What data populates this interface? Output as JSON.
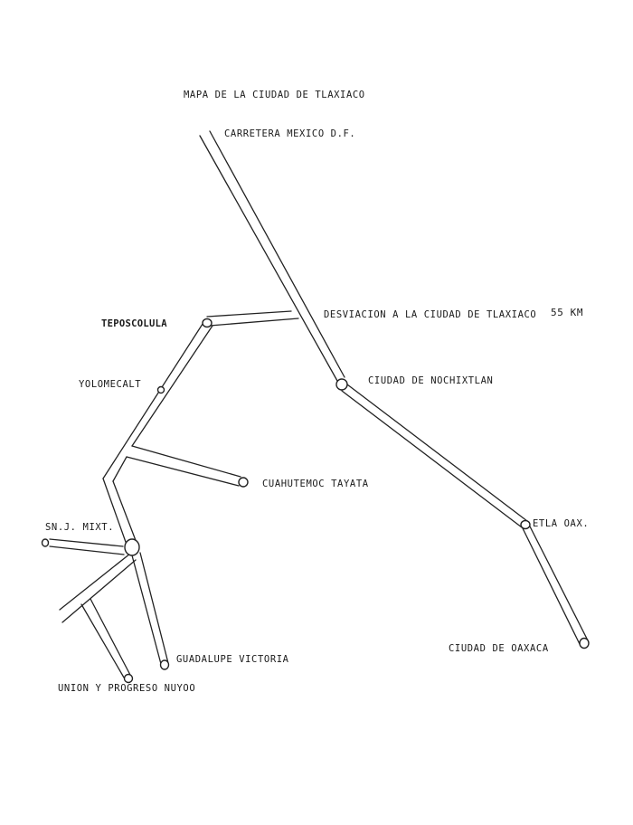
{
  "title": "MAPA DE LA CIUDAD DE TLAXIACO",
  "labels": {
    "carretera": "CARRETERA MEXICO D.F.",
    "desviacion": "DESVIACION A LA CIUDAD DE TLAXIACO",
    "distance": "55 KM",
    "teposcolula": "TEPOSCOLULA",
    "nochixtlan": "CIUDAD DE NOCHIXTLAN",
    "yolomecalt": "YOLOMECALT",
    "cuahutemoc": "CUAHUTEMOC TAYATA",
    "snj": "SN.J. MIXT.",
    "etla": "ETLA OAX.",
    "oaxaca": "CIUDAD DE OAXACA",
    "guadalupe": "GUADALUPE VICTORIA",
    "union": "UNION Y PROGRESO NUYOO"
  },
  "colors": {
    "ink": "#222222",
    "paper": "#ffffff"
  }
}
